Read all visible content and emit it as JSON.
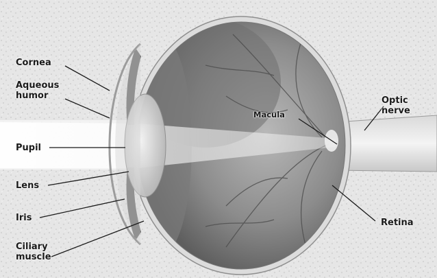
{
  "labels": {
    "cornea": "Cornea",
    "aqueous_humor": "Aqueous\nhumor",
    "pupil": "Pupil",
    "lens": "Lens",
    "iris": "Iris",
    "ciliary_muscle": "Ciliary\nmuscle",
    "macula": "Macula",
    "optic_nerve": "Optic\nnerve",
    "retina": "Retina"
  }
}
